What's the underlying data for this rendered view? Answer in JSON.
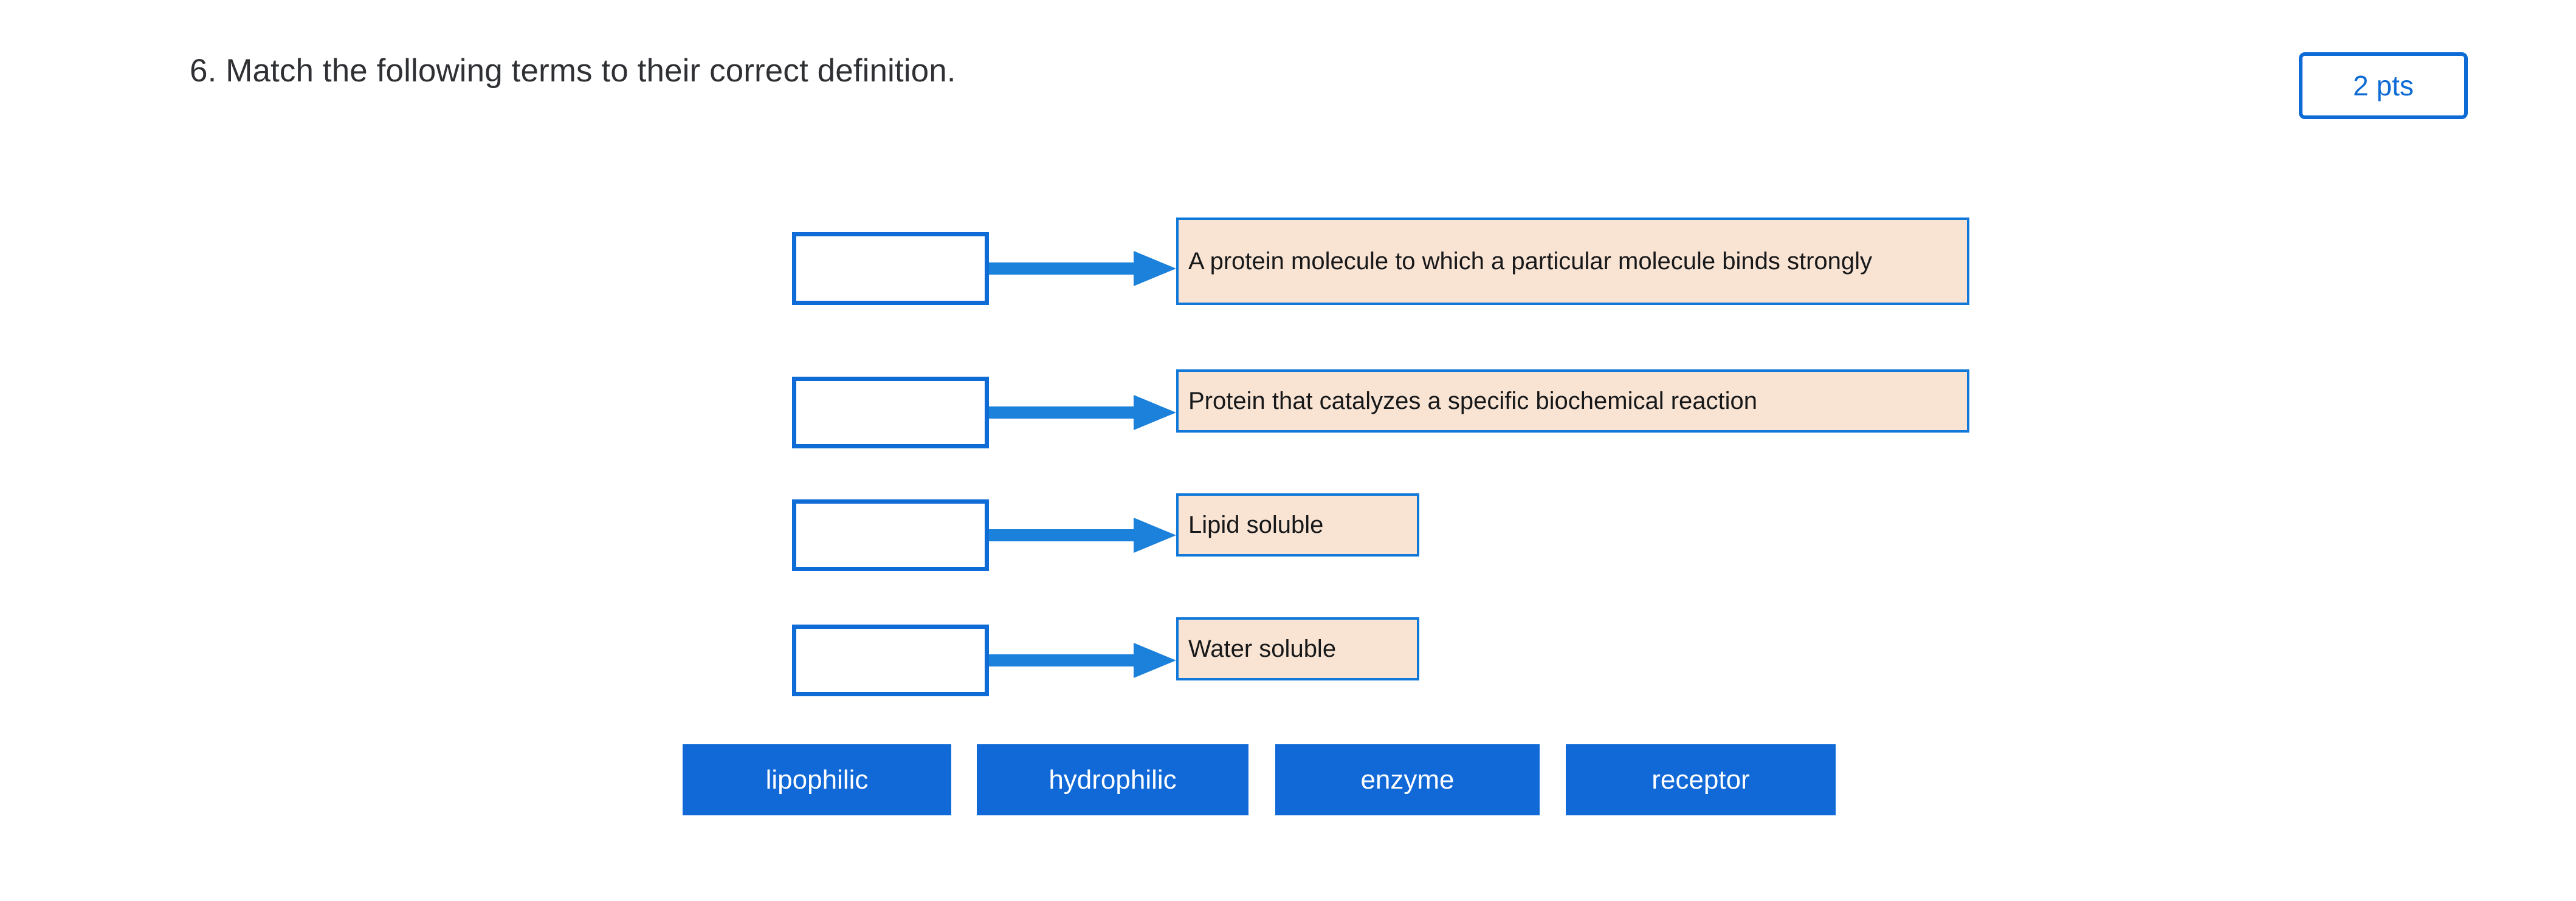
{
  "question": {
    "number": "6.",
    "title": "6. Match the following terms to their correct definition.",
    "points_label": "2 pts"
  },
  "colors": {
    "accent_blue": "#0e6bd5",
    "button_blue": "#1069d6",
    "arrow_blue": "#1b81db",
    "definition_fill": "#f9e3d3",
    "definition_border": "#1078d9",
    "text_dark": "#2e3033",
    "page_background": "#ffffff"
  },
  "match_rows": [
    {
      "answer_value": "",
      "answer_placeholder": "",
      "definition": "A protein molecule to which a particular molecule binds strongly",
      "connector": "arrow-right-icon"
    },
    {
      "answer_value": "",
      "answer_placeholder": "",
      "definition": "Protein that catalyzes a specific biochemical reaction",
      "connector": "arrow-right-icon"
    },
    {
      "answer_value": "",
      "answer_placeholder": "",
      "definition": "Lipid soluble",
      "connector": "arrow-right-icon"
    },
    {
      "answer_value": "",
      "answer_placeholder": "",
      "definition": "Water soluble",
      "connector": "arrow-right-icon"
    }
  ],
  "term_bank": {
    "terms": [
      {
        "label": "lipophilic"
      },
      {
        "label": "hydrophilic"
      },
      {
        "label": "enzyme"
      },
      {
        "label": "receptor"
      }
    ]
  }
}
